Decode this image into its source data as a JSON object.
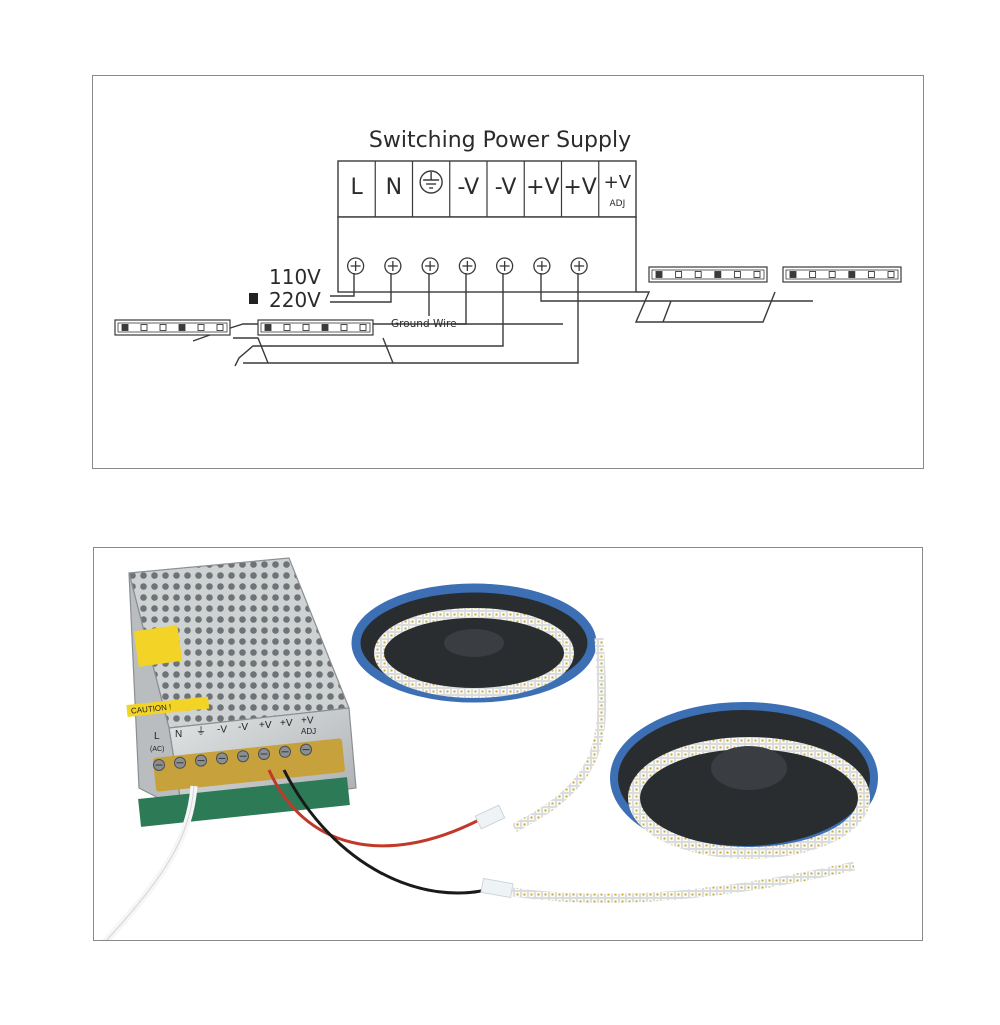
{
  "diagram": {
    "title": "Switching Power Supply",
    "terminals": [
      {
        "symbol": "L",
        "sub": ""
      },
      {
        "symbol": "N",
        "sub": ""
      },
      {
        "symbol": "ground-icon",
        "sub": ""
      },
      {
        "symbol": "-V",
        "sub": ""
      },
      {
        "symbol": "-V",
        "sub": ""
      },
      {
        "symbol": "+V",
        "sub": ""
      },
      {
        "symbol": "+V",
        "sub": ""
      },
      {
        "symbol": "+V",
        "sub": "ADJ"
      }
    ],
    "voltage_110": "110V",
    "voltage_220": "220V",
    "ground_wire_label": "Ground Wire"
  },
  "photo": {
    "caution_label": "CAUTION !",
    "psu_terminal_labels": [
      "L",
      "N",
      "⏚",
      "-V",
      "-V",
      "+V",
      "+V",
      "+V"
    ],
    "psu_adj_label": "ADJ",
    "psu_ac_label": "(AC)"
  },
  "colors": {
    "line": "#3a3a3a",
    "panel_border": "#8a8a8a",
    "reel_blue": "#3d6fb4",
    "wire_red": "#c0392b",
    "wire_black": "#1a1a1a"
  }
}
